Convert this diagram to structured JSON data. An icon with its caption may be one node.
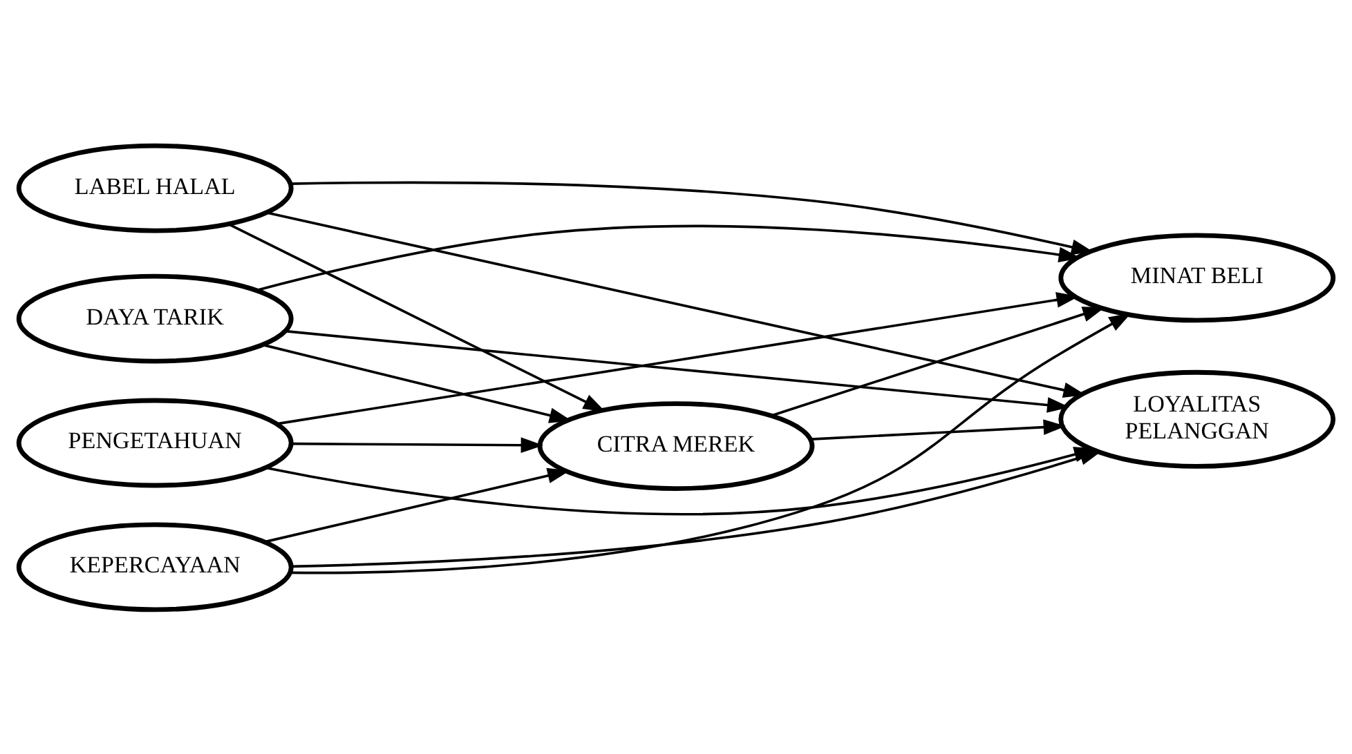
{
  "diagram": {
    "nodes": [
      {
        "text": [
          "LABEL HALAL"
        ]
      },
      {
        "text": [
          "DAYA TARIK"
        ]
      },
      {
        "text": [
          "PENGETAHUAN"
        ]
      },
      {
        "text": [
          "KEPERCAYAAN"
        ]
      },
      {
        "text": [
          "CITRA MEREK"
        ]
      },
      {
        "text": [
          "MINAT BELI"
        ]
      },
      {
        "text": [
          "LOYALITAS PELANGGAN"
        ]
      }
    ],
    "edges": [
      {
        "from": 0,
        "to": 5,
        "arrow": "to"
      },
      {
        "from": 0,
        "to": 4,
        "arrow": "to"
      },
      {
        "from": 0,
        "to": 6,
        "arrow": "to"
      },
      {
        "from": 1,
        "to": 5,
        "arrow": "to"
      },
      {
        "from": 1,
        "to": 4,
        "arrow": "to"
      },
      {
        "from": 1,
        "to": 6,
        "arrow": "to"
      },
      {
        "from": 2,
        "to": 5,
        "arrow": "to"
      },
      {
        "from": 2,
        "to": 4,
        "arrow": "to"
      },
      {
        "from": 2,
        "to": 6,
        "arrow": "to"
      },
      {
        "from": 3,
        "to": 5,
        "arrow": "to"
      },
      {
        "from": 3,
        "to": 4,
        "arrow": "to"
      },
      {
        "from": 3,
        "to": 6,
        "arrow": "to"
      },
      {
        "from": 4,
        "to": 5,
        "arrow": "to"
      },
      {
        "from": 4,
        "to": 6,
        "arrow": "to"
      }
    ]
  }
}
